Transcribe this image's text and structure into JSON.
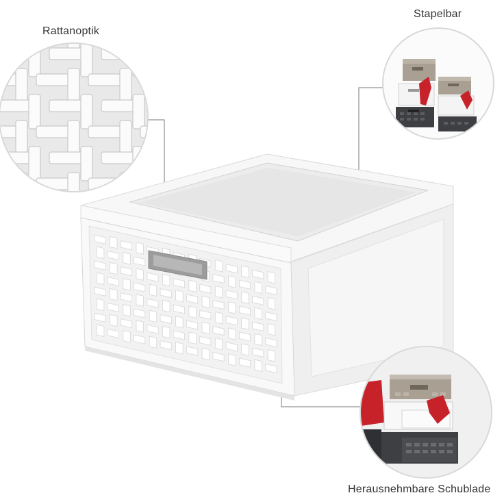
{
  "labels": {
    "rattan": "Rattanoptik",
    "stackable": "Stapelbar",
    "drawer": "Herausnehmbare Schublade"
  },
  "colors": {
    "product_white": "#f4f4f4",
    "handle_grey": "#9c9c9c",
    "callout_line": "#7a7a7a",
    "stone_taupe": "#a99f92",
    "anthracite": "#3e3f42",
    "accent_red": "#c7222a"
  }
}
